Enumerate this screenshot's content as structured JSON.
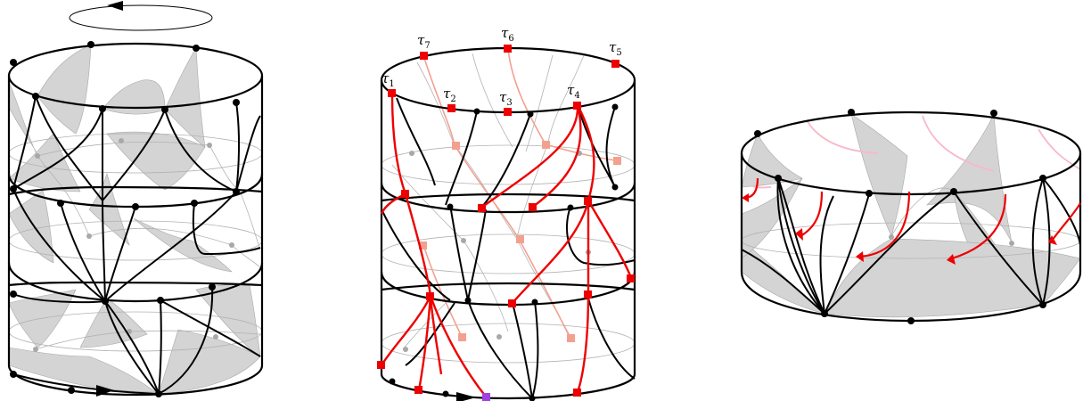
{
  "figure": {
    "panels": [
      {
        "id": "left-cylinder",
        "description_kind": "triangulated stacked cylinder",
        "labels": []
      },
      {
        "id": "middle-cylinder",
        "description_kind": "stacked cylinder with red tau curves",
        "labels": [
          {
            "key": "tau1",
            "text": "τ",
            "sub": "1"
          },
          {
            "key": "tau2",
            "text": "τ",
            "sub": "2"
          },
          {
            "key": "tau3",
            "text": "τ",
            "sub": "3"
          },
          {
            "key": "tau4",
            "text": "τ",
            "sub": "4"
          },
          {
            "key": "tau5",
            "text": "τ",
            "sub": "5"
          },
          {
            "key": "tau6",
            "text": "τ",
            "sub": "6"
          },
          {
            "key": "tau7",
            "text": "τ",
            "sub": "7"
          }
        ]
      },
      {
        "id": "right-cylinder",
        "description_kind": "single short cylinder",
        "labels": []
      }
    ],
    "colors": {
      "stroke": "#000000",
      "fill_gray": "#d4d4d4",
      "fill_gray_dark": "#bdbdbd",
      "faint_line": "#b3b3b3",
      "red": "#ee0000",
      "salmon": "#f4a090",
      "pink": "#f8b8c8",
      "purple": "#a040e0",
      "hidden_vertex": "#a8a8a8"
    }
  }
}
